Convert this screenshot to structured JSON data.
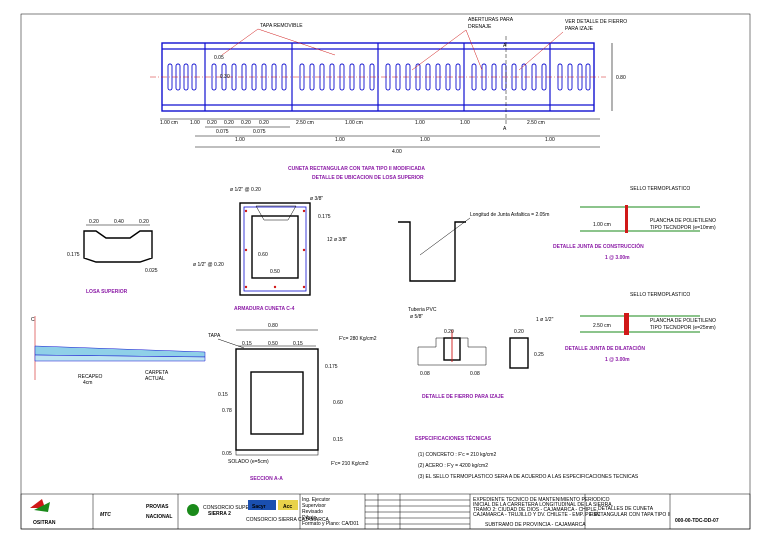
{
  "plan": {
    "tapa_removible": "TAPA REMOVIBLE",
    "aberturas": [
      "ABERTURAS PARA",
      "DRENAJE"
    ],
    "ver_detalle": [
      "VER DETALLE DE FIERRO",
      "PARA IZAJE"
    ],
    "section_mark": "A",
    "dims_small": [
      "0.05",
      "0.30",
      "0.20",
      "0.20",
      "0.20",
      "0.20",
      "0.075",
      "0.075"
    ],
    "dims_row": [
      "1.00  cm",
      "1.00",
      "2.50  cm",
      "1.00  cm",
      "1.00",
      "1.00",
      "2.50  cm"
    ],
    "dims_bottom": [
      "1.00",
      "1.00",
      "1.00",
      "1.00"
    ],
    "dim_total": "4.00",
    "dim_height": "0.80",
    "title_1": "CUNETA RECTANGULAR CON TAPA   TIPO II MODIFICADA",
    "title_2": "DETALLE DE UBICACION DE LOSA SUPERIOR"
  },
  "losa": {
    "dims": [
      "0.20",
      "0.40",
      "0.20",
      "0.175",
      "0.025"
    ],
    "title": "LOSA SUPERIOR"
  },
  "armadura": {
    "labels": [
      "ø 1/2\" @ 0.20",
      "ø 3/8\"",
      "0.175",
      "12  ø  3/8\"",
      "0.60",
      "0.50",
      "ø 1/2\" @ 0.20"
    ],
    "title": "ARMADURA CUNETA C-4"
  },
  "junta_tipo": {
    "label": "Longitud de Junta Asfaltica = 2.05m"
  },
  "junta_construccion": {
    "sello": "SELLO TERMOPLASTICO",
    "dim": "1.00  cm",
    "plancha": [
      "PLANCHA DE POLIETILENO",
      "TIPO TECNOPOR  (e=10mm)"
    ],
    "title_1": "DETALLE JUNTA DE CONSTRUCCIÓN",
    "title_2": "1 @ 3.00m"
  },
  "junta_dilatacion": {
    "sello": "SELLO TERMOPLASTICO",
    "dim": "2.50  cm",
    "plancha": [
      "PLANCHA DE POLIETILENO",
      "TIPO TECNOPOR  (e=25mm)"
    ],
    "title_1": "DETALLE JUNTA DE DILATACIÓN",
    "title_2": "1 @ 3.00m"
  },
  "road": {
    "cl": "C",
    "recapeo": [
      "RECAPEO",
      "4cm"
    ],
    "carpeta": [
      "CARPETA",
      "ACTUAL"
    ]
  },
  "seccion": {
    "tapa": "TAPA",
    "dims": [
      "0.80",
      "0.15",
      "0.50",
      "0.15",
      "0.175",
      "0.15",
      "0.78",
      "0.60",
      "0.15",
      "0.05"
    ],
    "fc_top": "F'c= 280 Kg/cm2",
    "fc_bottom": "F'c= 210 Kg/cm2",
    "solado": "SOLADO (e=5cm)",
    "title": "SECCION  A-A"
  },
  "izaje": {
    "tuberia": [
      "Tuberia PVC",
      "ø 5/8\""
    ],
    "ref": "1  ø  1/2\"",
    "dims": [
      "0.20",
      "0.08",
      "0.08",
      "0.20",
      "0.25"
    ],
    "title": "DETALLE DE FIERRO PARA IZAJE"
  },
  "specs": {
    "title": "ESPECIFICACIONES TÉCNICAS",
    "items": [
      "(1)  CONCRETO :  F'c  =  210  kg/cm2",
      "(2)  ACERO      :  F'y  =  4200  kg/cm2",
      "(3)  EL  SELLO  TERMOPLASTICO  SERA  A  DE  ACUERDO  A  LAS  ESPECIFICACIONES  TECNICAS"
    ]
  },
  "title_block": {
    "logos": [
      "OSITRAN",
      "MTC",
      "PROVIAS",
      "NACIONAL",
      "Sacyr",
      "Acc"
    ],
    "consorcio": [
      "CONSORCIO SUPERVISOR",
      "SIERRA 2"
    ],
    "consorcio_ejecutor": "CONSORCIO SIERRA CAJAMARCA",
    "role_labels": [
      "Ing. Ejecutor",
      "Supervisor",
      "Revisado",
      "Dibujo",
      "Formato y Plano: CA/D01"
    ],
    "project": [
      "EXPEDIENTE TECNICO DE MANTENIMIENTO PERIODICO",
      "INICIAL DE LA CARRETERA LONGITUDINAL DE LA SIERRA,",
      "TRAMO 2: CIUDAD DE DIOS - CAJAMARCA - CHIPLE,",
      "CAJAMARCA - TRUJILLO Y DV. CHILETE - EMP. PE 3N"
    ],
    "subproject": "SUBTRAMO DE PROVINCIA - CAJAMARCA",
    "drawing_title": [
      "DETALLES DE CUNETA",
      "RECTANGULAR CON TAPA TIPO II"
    ],
    "plane_code": "000-00-TDC-DD-07"
  }
}
